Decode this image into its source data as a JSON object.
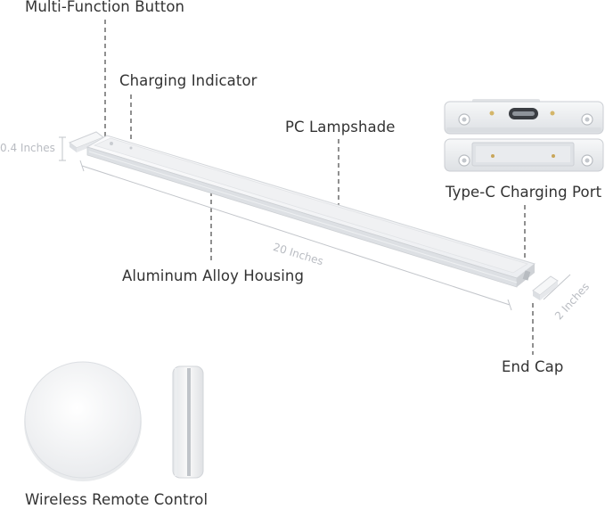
{
  "labels": {
    "multi_function_button": "Multi-Function Button",
    "charging_indicator": "Charging Indicator",
    "pc_lampshade": "PC Lampshade",
    "type_c_charging_port": "Type-C Charging Port",
    "aluminum_alloy_housing": "Aluminum Alloy Housing",
    "end_cap": "End Cap",
    "wireless_remote_control": "Wireless Remote Control"
  },
  "dimensions": {
    "thickness": "0.4 Inches",
    "length": "20 Inches",
    "end_cap_width": "2 Inches"
  },
  "colors": {
    "label_text": "#333333",
    "dimension_text": "#b9bcc2",
    "leader_line": "#555555",
    "product_white": "#f4f5f7",
    "product_shadow": "#d6d9de"
  },
  "icons": {
    "usb_c_port": "usb-c-port-icon",
    "screw": "screw-icon",
    "contact_pin": "gold-contact-pin-icon"
  }
}
